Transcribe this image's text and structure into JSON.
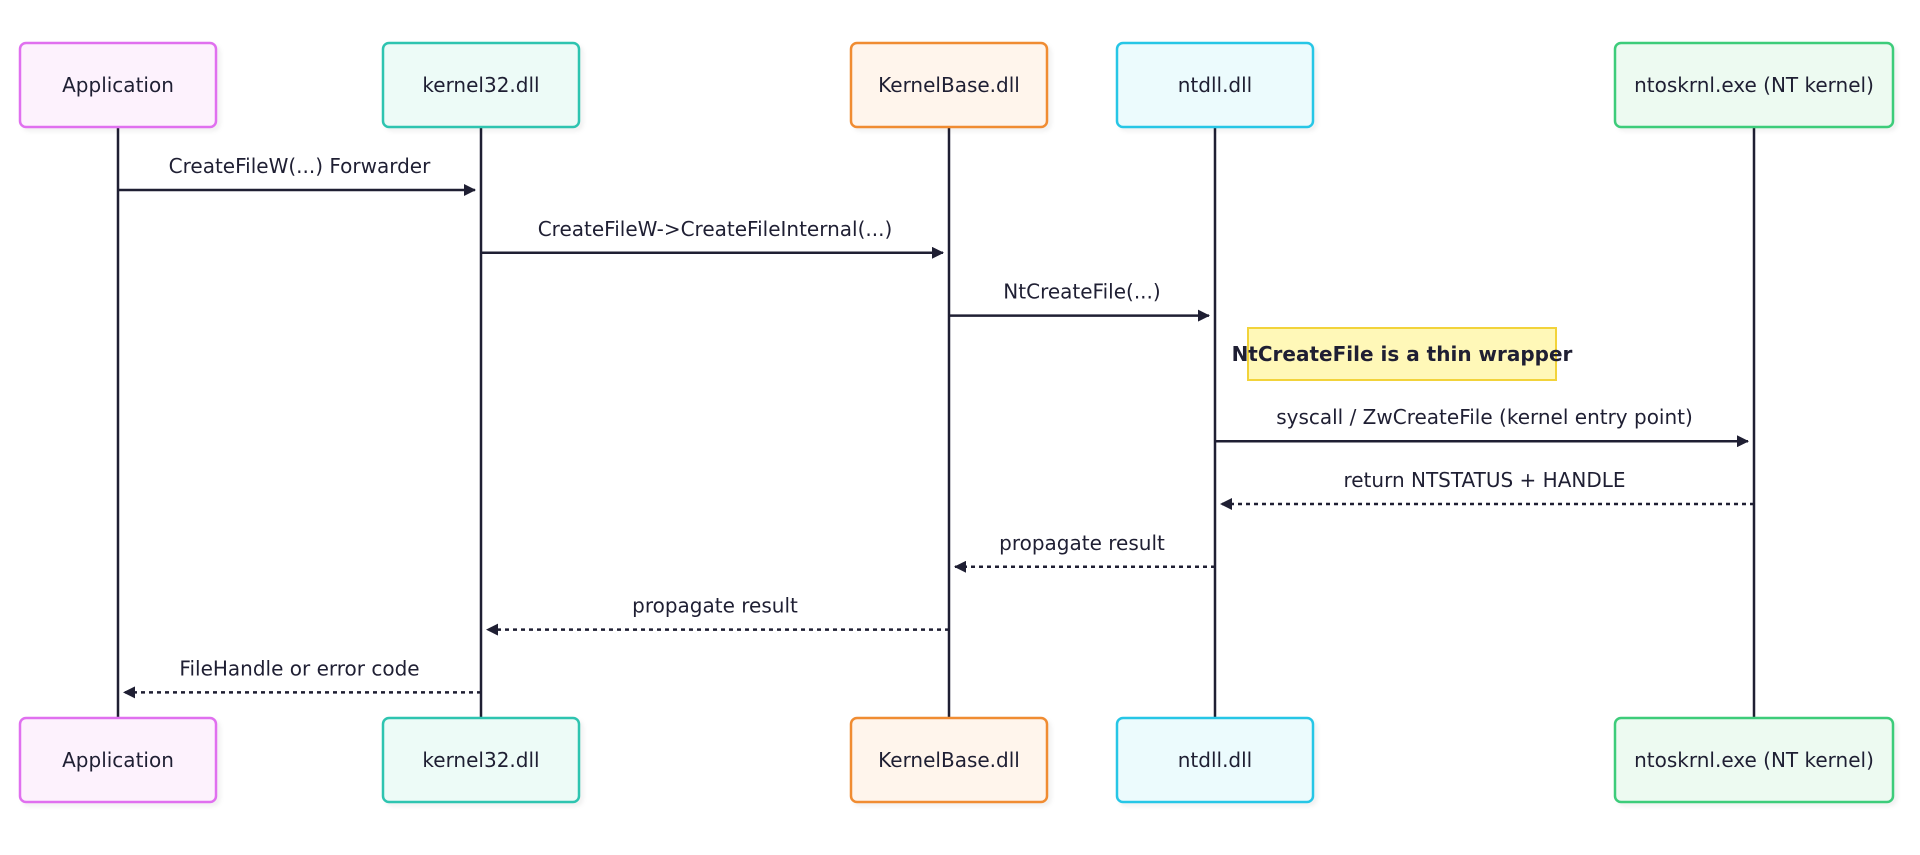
{
  "actors": [
    {
      "id": "app",
      "label": "Application",
      "fill": "#fdf2fd",
      "stroke": "#e070ef"
    },
    {
      "id": "k32",
      "label": "kernel32.dll",
      "fill": "#edfbf7",
      "stroke": "#2ec4b0"
    },
    {
      "id": "kb",
      "label": "KernelBase.dll",
      "fill": "#fff5ec",
      "stroke": "#f08c33"
    },
    {
      "id": "nt",
      "label": "ntdll.dll",
      "fill": "#ecfbfd",
      "stroke": "#28c6e6"
    },
    {
      "id": "nk",
      "label": "ntoskrnl.exe (NT kernel)",
      "fill": "#edfaf1",
      "stroke": "#3ccc7a"
    }
  ],
  "messages": [
    {
      "from": "app",
      "to": "k32",
      "label": "CreateFileW(...) Forwarder",
      "style": "solid"
    },
    {
      "from": "k32",
      "to": "kb",
      "label": "CreateFileW->CreateFileInternal(...)",
      "style": "solid"
    },
    {
      "from": "kb",
      "to": "nt",
      "label": "NtCreateFile(...)",
      "style": "solid"
    },
    {
      "from": "nt",
      "to": "nk",
      "label": "syscall / ZwCreateFile (kernel entry point)",
      "style": "solid"
    },
    {
      "from": "nk",
      "to": "nt",
      "label": "return NTSTATUS + HANDLE",
      "style": "dashed"
    },
    {
      "from": "nt",
      "to": "kb",
      "label": "propagate result",
      "style": "dashed"
    },
    {
      "from": "kb",
      "to": "k32",
      "label": "propagate result",
      "style": "dashed"
    },
    {
      "from": "k32",
      "to": "app",
      "label": "FileHandle or error code",
      "style": "dashed"
    }
  ],
  "note": {
    "over": "nt",
    "text": "NtCreateFile is a thin wrapper",
    "fill": "#fff8b8",
    "stroke": "#f2d33a"
  },
  "colors": {
    "line": "#1f1f33",
    "text": "#1f1f33"
  }
}
